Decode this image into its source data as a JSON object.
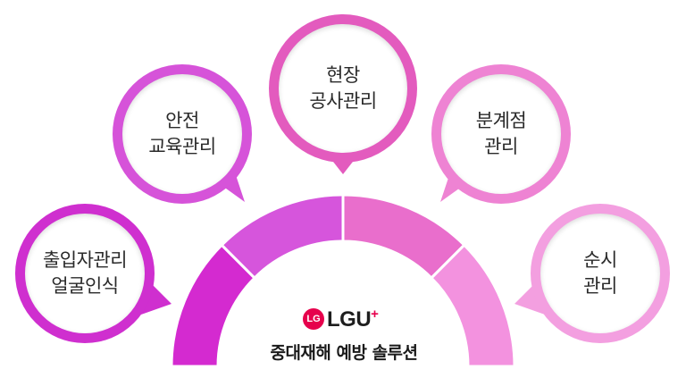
{
  "bubbles": [
    {
      "label": "출입자관리\n얼굴인식",
      "color": "#cf2fcf"
    },
    {
      "label": "안전\n교육관리",
      "color": "#d653d9"
    },
    {
      "label": "현장\n공사관리",
      "color": "#e35bbe"
    },
    {
      "label": "분계점\n관리",
      "color": "#ee83d3"
    },
    {
      "label": "순시\n관리",
      "color": "#f39fe0"
    }
  ],
  "arc_colors": [
    "#d42ad0",
    "#d655dc",
    "#e96ecc",
    "#f392df"
  ],
  "brand": {
    "mark": "LG",
    "name": "LGU",
    "sup": "+"
  },
  "title": "중대재해 예방 솔루션"
}
